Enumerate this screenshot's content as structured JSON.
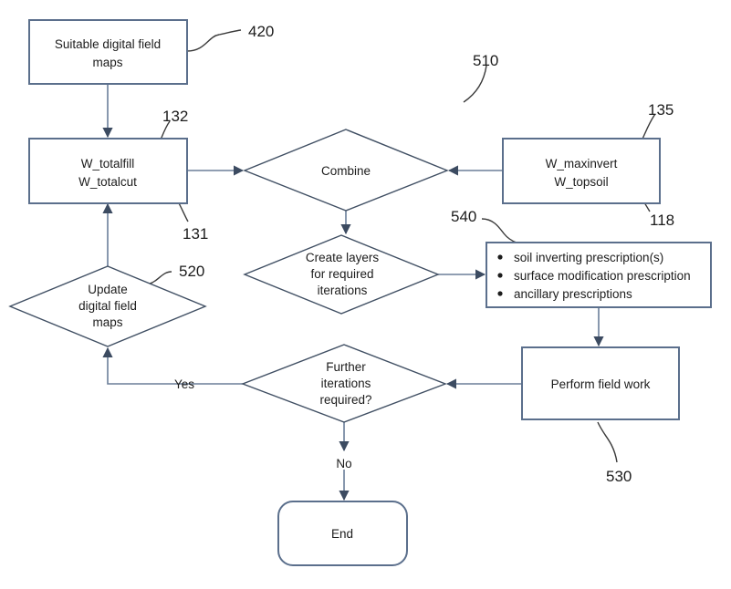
{
  "diagram": {
    "type": "flowchart",
    "background": "#ffffff",
    "stroke_color": "#5b6f8c",
    "text_color": "#1c1c1c",
    "nodes": {
      "suitable_maps": {
        "label_line1": "Suitable digital field",
        "label_line2": "maps",
        "shape": "process"
      },
      "totals": {
        "label_line1": "W_totalfill",
        "label_line2": "W_totalcut",
        "shape": "process"
      },
      "combine": {
        "label": "Combine",
        "shape": "decision"
      },
      "maxinvert": {
        "label_line1": "W_maxinvert",
        "label_line2": "W_topsoil",
        "shape": "process"
      },
      "create_layers": {
        "label_line1": "Create layers",
        "label_line2": "for required",
        "label_line3": "iterations",
        "shape": "decision"
      },
      "prescriptions": {
        "shape": "process",
        "bullets": [
          "soil inverting prescription(s)",
          "surface modification prescription",
          "ancillary prescriptions"
        ]
      },
      "update_maps": {
        "label_line1": "Update",
        "label_line2": "digital field",
        "label_line3": "maps",
        "shape": "decision"
      },
      "further_iterations": {
        "label_line1": "Further",
        "label_line2": "iterations",
        "label_line3": "required?",
        "shape": "decision"
      },
      "perform_field_work": {
        "label": "Perform field work",
        "shape": "process"
      },
      "end": {
        "label": "End",
        "shape": "terminator"
      }
    },
    "edge_labels": {
      "yes": "Yes",
      "no": "No"
    },
    "reference_numerals": {
      "r420": "420",
      "r510": "510",
      "r132": "132",
      "r135": "135",
      "r131": "131",
      "r118": "118",
      "r540": "540",
      "r520": "520",
      "r530": "530"
    }
  }
}
